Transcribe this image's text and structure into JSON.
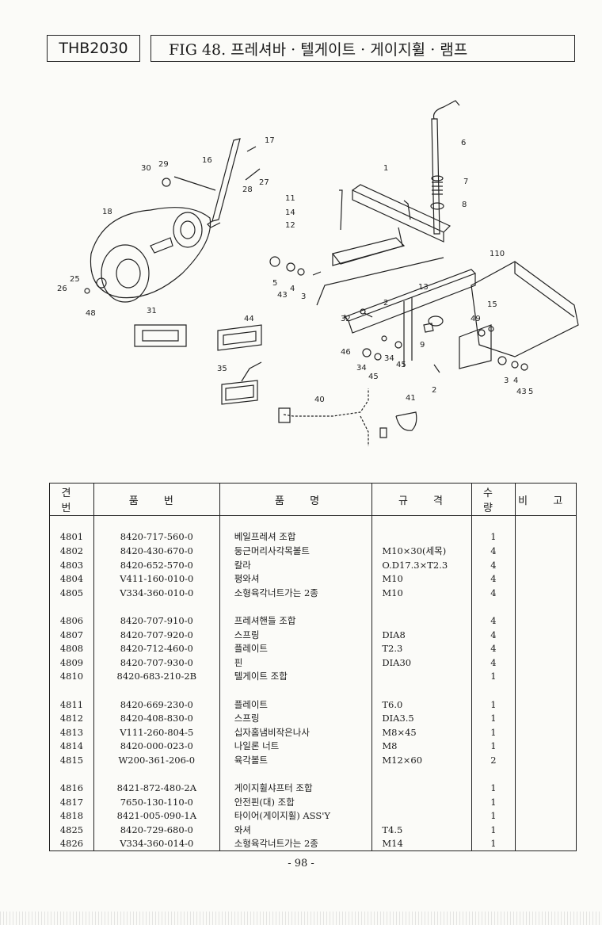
{
  "header": {
    "model": "THB2030",
    "figure_title": "FIG 48. 프레셔바 · 텔게이트 · 게이지휠 · 램프"
  },
  "callouts": [
    "1",
    "2",
    "2",
    "3",
    "3",
    "4",
    "4",
    "5",
    "5",
    "6",
    "7",
    "8",
    "9",
    "11",
    "12",
    "13",
    "14",
    "15",
    "16",
    "17",
    "18",
    "25",
    "26",
    "27",
    "28",
    "29",
    "30",
    "31",
    "32",
    "34",
    "34",
    "35",
    "40",
    "41",
    "43",
    "43",
    "44",
    "45",
    "45",
    "46",
    "48",
    "49",
    "110"
  ],
  "table": {
    "headers": [
      "견 번",
      "품 번",
      "품 명",
      "규 격",
      "수 량",
      "비 고"
    ],
    "groups": [
      [
        {
          "no": "4801",
          "part": "8420-717-560-0",
          "name": "베일프레셔 조합",
          "spec": "",
          "qty": "1"
        },
        {
          "no": "4802",
          "part": "8420-430-670-0",
          "name": "둥근머리사각목볼트",
          "spec": "M10×30(세목)",
          "qty": "4"
        },
        {
          "no": "4803",
          "part": "8420-652-570-0",
          "name": "칼라",
          "spec": "O.D17.3×T2.3",
          "qty": "4"
        },
        {
          "no": "4804",
          "part": "V411-160-010-0",
          "name": "평와셔",
          "spec": "M10",
          "qty": "4"
        },
        {
          "no": "4805",
          "part": "V334-360-010-0",
          "name": "소형육각너트가는 2종",
          "spec": "M10",
          "qty": "4"
        }
      ],
      [
        {
          "no": "4806",
          "part": "8420-707-910-0",
          "name": "프레셔핸들 조합",
          "spec": "",
          "qty": "4"
        },
        {
          "no": "4807",
          "part": "8420-707-920-0",
          "name": "스프링",
          "spec": "DIA8",
          "qty": "4"
        },
        {
          "no": "4808",
          "part": "8420-712-460-0",
          "name": "플레이트",
          "spec": "T2.3",
          "qty": "4"
        },
        {
          "no": "4809",
          "part": "8420-707-930-0",
          "name": "핀",
          "spec": "DIA30",
          "qty": "4"
        },
        {
          "no": "4810",
          "part": "8420-683-210-2B",
          "name": "텔게이트 조합",
          "spec": "",
          "qty": "1"
        }
      ],
      [
        {
          "no": "4811",
          "part": "8420-669-230-0",
          "name": "플레이트",
          "spec": "T6.0",
          "qty": "1"
        },
        {
          "no": "4812",
          "part": "8420-408-830-0",
          "name": "스프링",
          "spec": "DIA3.5",
          "qty": "1"
        },
        {
          "no": "4813",
          "part": "V111-260-804-5",
          "name": "십자홈냄비작은나사",
          "spec": "M8×45",
          "qty": "1"
        },
        {
          "no": "4814",
          "part": "8420-000-023-0",
          "name": "나일론 너트",
          "spec": "M8",
          "qty": "1"
        },
        {
          "no": "4815",
          "part": "W200-361-206-0",
          "name": "육각볼트",
          "spec": "M12×60",
          "qty": "2"
        }
      ],
      [
        {
          "no": "4816",
          "part": "8421-872-480-2A",
          "name": "게이지휠샤프터 조합",
          "spec": "",
          "qty": "1"
        },
        {
          "no": "4817",
          "part": "7650-130-110-0",
          "name": "안전핀(대) 조합",
          "spec": "",
          "qty": "1"
        },
        {
          "no": "4818",
          "part": "8421-005-090-1A",
          "name": "타이어(게이지휠) ASS'Y",
          "spec": "",
          "qty": "1"
        },
        {
          "no": "4825",
          "part": "8420-729-680-0",
          "name": "와셔",
          "spec": "T4.5",
          "qty": "1"
        },
        {
          "no": "4826",
          "part": "V334-360-014-0",
          "name": "소형육각너트가는 2종",
          "spec": "M14",
          "qty": "1"
        }
      ]
    ]
  },
  "page_number": "- 98 -"
}
